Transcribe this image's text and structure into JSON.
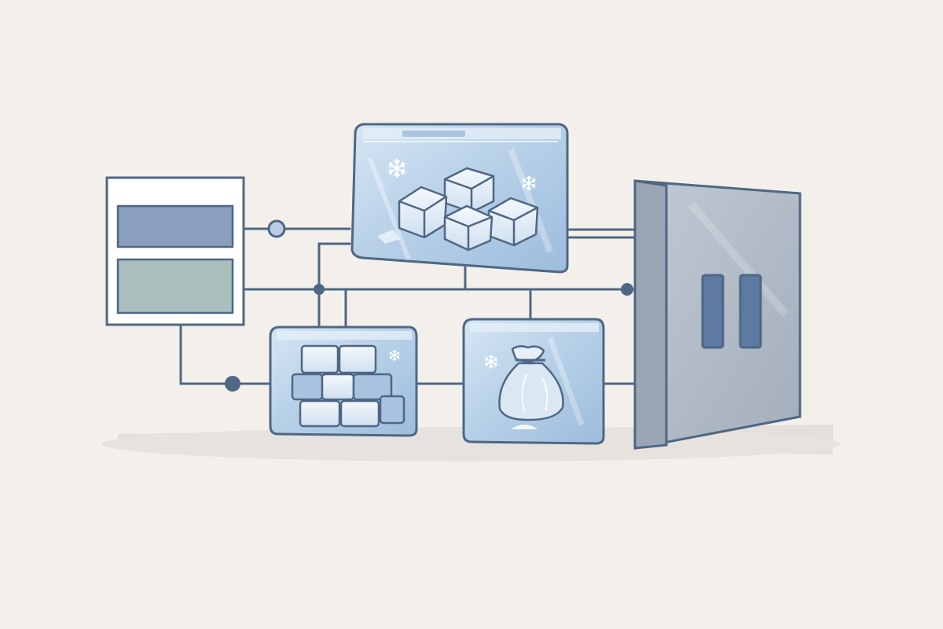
{
  "diagram": {
    "nodes": [
      {
        "id": "control-panel",
        "kind": "panel"
      },
      {
        "id": "ice-cubes-box",
        "kind": "ice-container",
        "icon": "ice-cubes-icon"
      },
      {
        "id": "ice-blocks-box",
        "kind": "ice-container",
        "icon": "ice-blocks-icon"
      },
      {
        "id": "ice-bag-box",
        "kind": "ice-container",
        "icon": "ice-bag-icon"
      },
      {
        "id": "freezer-door",
        "kind": "door"
      }
    ]
  },
  "colors": {
    "background": "#f3f0eb",
    "line": "#4f6784",
    "ice_fill": "#b9d3ea",
    "ice_light": "#e4eff8",
    "panel_bar_top": "#8a9fbd",
    "panel_bar_bottom": "#a7bcbb",
    "door": "#b0bac7",
    "door_side": "#8f9aa8",
    "handle": "#5c7aa2",
    "shadow": "#e2dfdb"
  }
}
